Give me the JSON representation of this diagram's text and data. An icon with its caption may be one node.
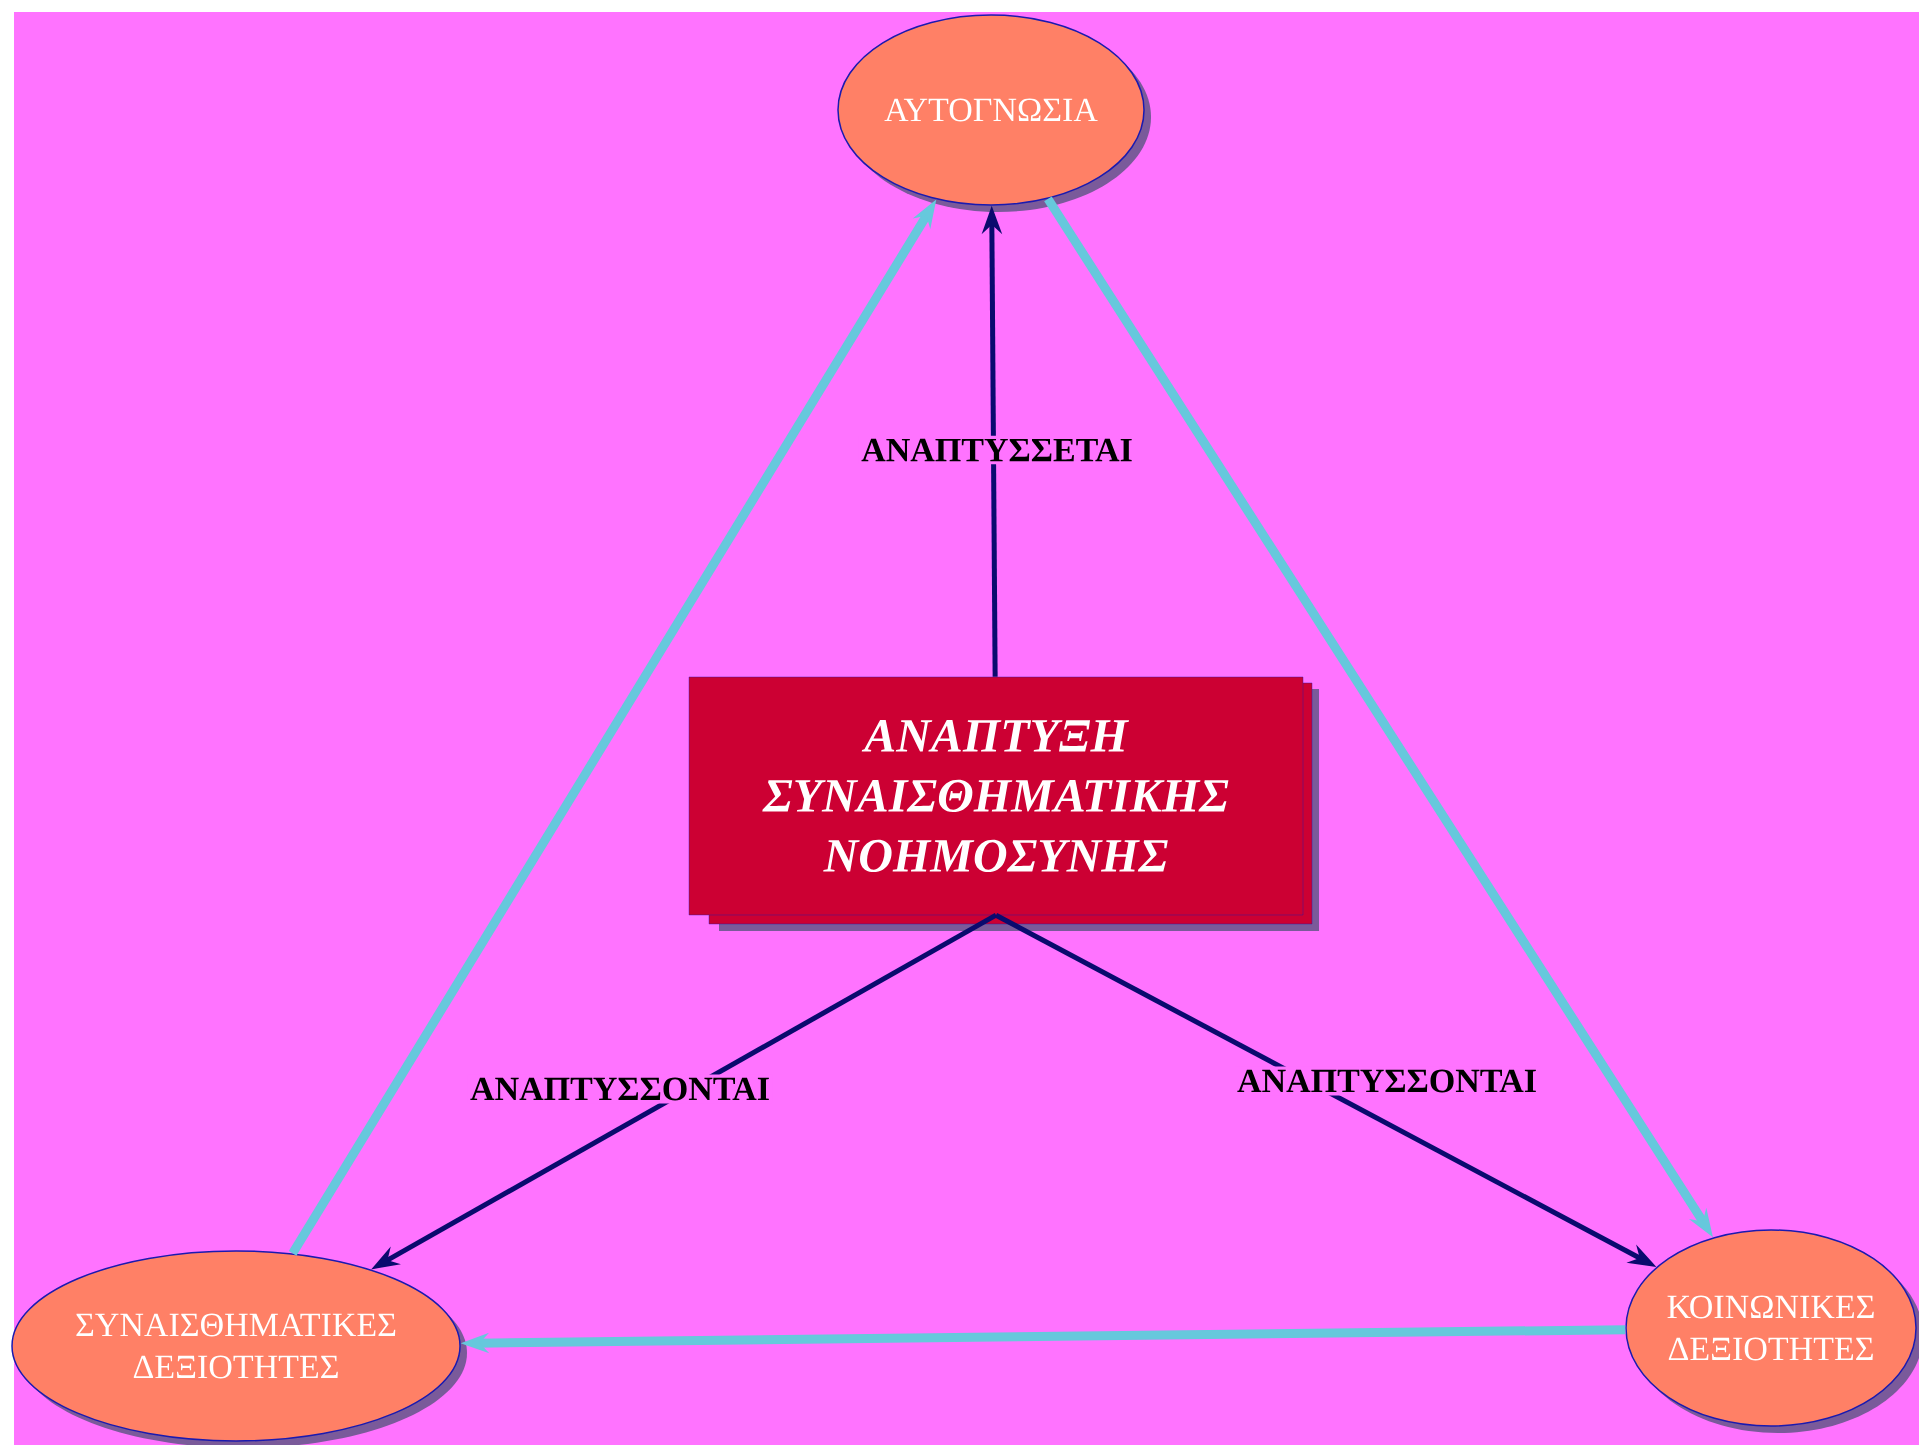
{
  "diagram": {
    "nodes": [
      {
        "text": [
          "ΑΥΤΟΓΝΩΣΙΑ"
        ]
      },
      {
        "text": [
          "ΑΝΑΠΤΥΞΗ ΣΥΝΑΙΣΘΗΜΑΤΙΚΗΣ ΝΟΗΜΟΣΥΝΗΣ"
        ]
      },
      {
        "text": [
          "ΣΥΝΑΙΣΘΗΜΑΤΙΚΕΣ ΔΕΞΙΟΤΗΤΕΣ"
        ]
      },
      {
        "text": [
          "ΚΟΙΝΩΝΙΚΕΣ ΔΕΞΙΟΤΗΤΕΣ"
        ]
      }
    ],
    "edges": [
      {
        "from": 1,
        "to": 0,
        "arrow": "to",
        "label": "ΑΝΑΠΤΥΣΣΕΤΑΙ"
      },
      {
        "from": 1,
        "to": 2,
        "arrow": "to",
        "label": "ΑΝΑΠΤΥΣΣΟΝΤΑΙ"
      },
      {
        "from": 1,
        "to": 3,
        "arrow": "to",
        "label": "ΑΝΑΠΤΥΣΣΟΝΤΑΙ"
      },
      {
        "from": 2,
        "to": 0,
        "arrow": "to",
        "style": "thick",
        "color": "#66c8dc"
      },
      {
        "from": 0,
        "to": 3,
        "arrow": "to",
        "style": "thick",
        "color": "#66c8dc"
      },
      {
        "from": 3,
        "to": 2,
        "arrow": "to",
        "style": "thick",
        "color": "#66c8dc"
      }
    ]
  }
}
